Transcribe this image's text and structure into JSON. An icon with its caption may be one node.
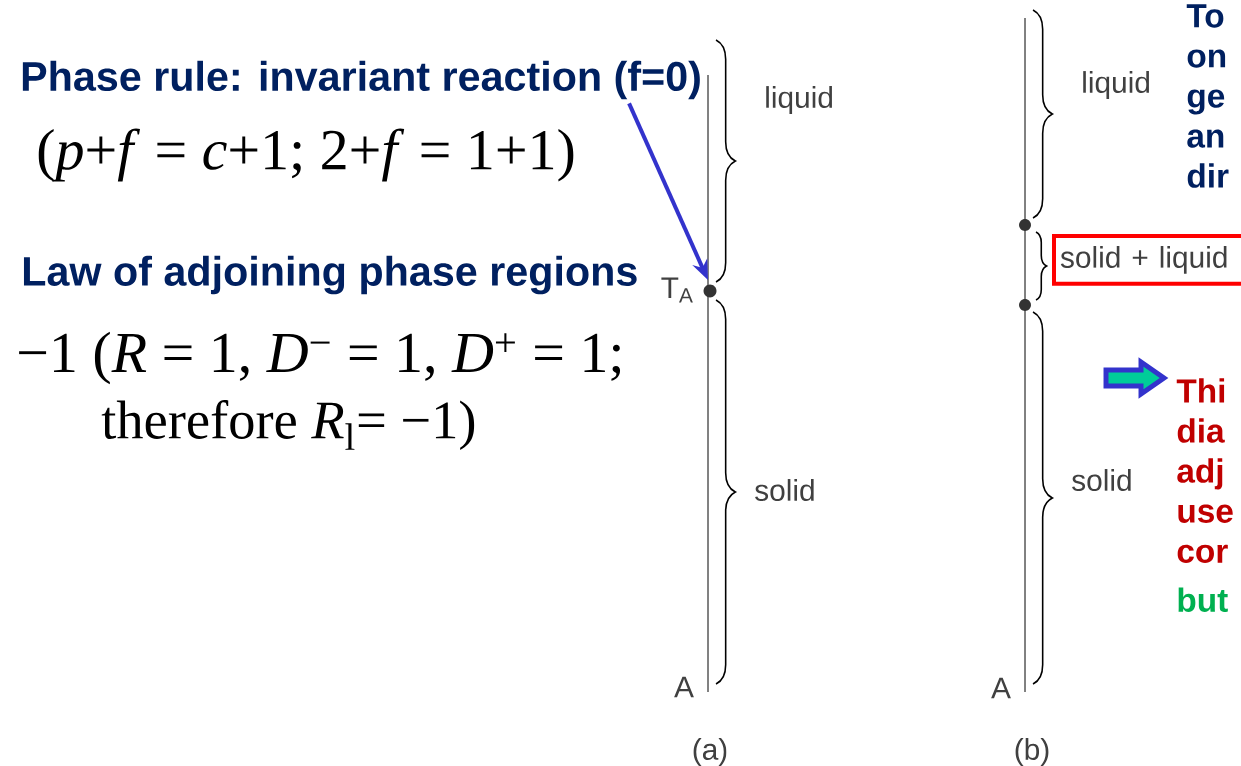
{
  "diagram": {
    "nodes": [
      {
        "text": [
          "Phase rule: invariant reaction (f=0)"
        ]
      },
      {
        "text": [],
        "shape": "circle",
        "beside": [
          "T$_{A}$"
        ]
      },
      {
        "text": [
          "solid + liquid"
        ]
      },
      {
        "text": [
          "Thi dia adj use cor",
          "but"
        ]
      }
    ],
    "edges": [
      {
        "from": 0,
        "to": 1,
        "arrow": "to"
      },
      {
        "from": null,
        "to": 3,
        "arrow": "to"
      }
    ],
    "labels": [
      "(*p*+*f* = *c*+1; 2+*f* = 1+1)",
      "Law of adjoining phase regions",
      "−1 (*R* = 1, *D*$^{−}$ = 1, *D*$^{+}$ = 1;",
      "therefore *R*$_{l}$= −1)",
      "liquid",
      "solid",
      "A",
      "(a)",
      "liquid",
      "solid",
      "A",
      "(b)",
      "To on ge an dir"
    ]
  }
}
